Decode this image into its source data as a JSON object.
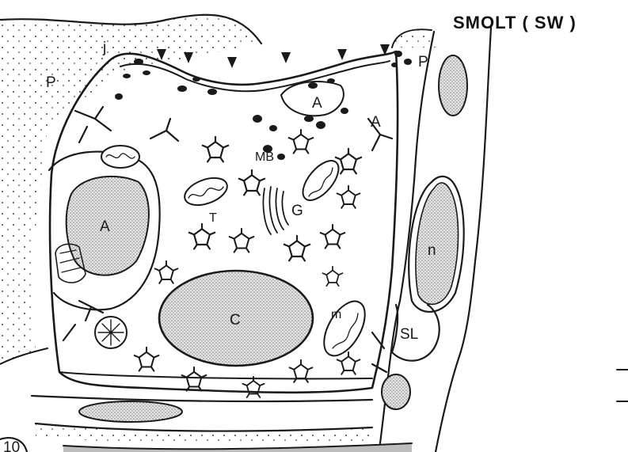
{
  "title": "SMOLT ( SW )",
  "figure_number": "10",
  "labels": {
    "pavement_left": "P",
    "pavement_right": "P",
    "junction": "j",
    "accessory_cell_apex": "A",
    "accessory_cell_right": "A",
    "accessory_cell_left": "A",
    "microvesicular_bodies": "MB",
    "golgi": "G",
    "tubular_system": "T",
    "chloride_cell": "C",
    "mitochondrion": "m",
    "nucleus": "n",
    "secondary_lamella": "SL"
  },
  "colors": {
    "ink": "#1a1a1a",
    "stipple": "#8a8a8a",
    "background": "#ffffff"
  }
}
